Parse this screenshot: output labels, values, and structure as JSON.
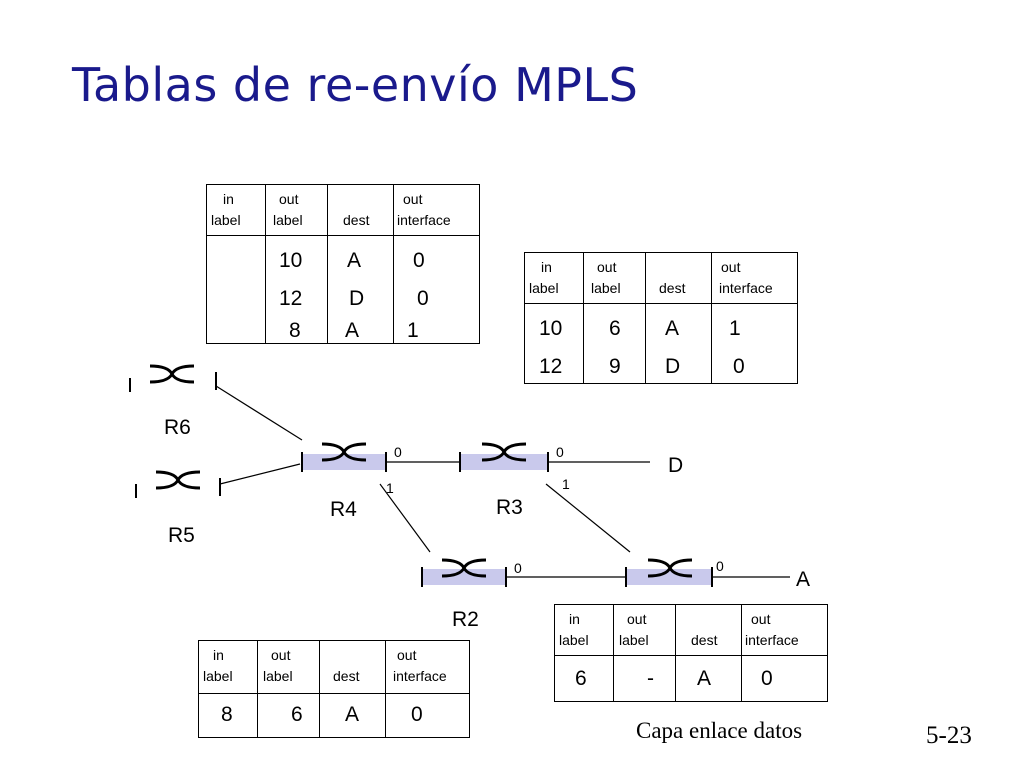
{
  "slide": {
    "title": "Tablas de re-envío MPLS",
    "footer_left": "Capa enlace datos",
    "footer_right": "5-23"
  },
  "colors": {
    "title": "#1a1a8c",
    "router_fill": "#c9c9ec",
    "line": "#000000"
  },
  "headers": {
    "in": "in",
    "out": "out",
    "label": "label",
    "dest": "dest",
    "interface": "interface"
  },
  "tables": {
    "r4": {
      "rows": [
        {
          "in": "",
          "out": "10",
          "dest": "A",
          "iface": "0"
        },
        {
          "in": "",
          "out": "12",
          "dest": "D",
          "iface": "0"
        },
        {
          "in": "",
          "out": "8",
          "dest": "A",
          "iface": "1"
        }
      ]
    },
    "r3": {
      "rows": [
        {
          "in": "10",
          "out": "6",
          "dest": "A",
          "iface": "1"
        },
        {
          "in": "12",
          "out": "9",
          "dest": "D",
          "iface": "0"
        }
      ]
    },
    "r2": {
      "rows": [
        {
          "in": "8",
          "out": "6",
          "dest": "A",
          "iface": "0"
        }
      ]
    },
    "r1": {
      "rows": [
        {
          "in": "6",
          "out": "-",
          "dest": "A",
          "iface": "0"
        }
      ]
    }
  },
  "routers": {
    "r6": "R6",
    "r5": "R5",
    "r4": "R4",
    "r3": "R3",
    "r2": "R2"
  },
  "destinations": {
    "d": "D",
    "a": "A"
  },
  "ports": {
    "r4_0": "0",
    "r4_1": "1",
    "r3_0": "0",
    "r3_1": "1",
    "r2_0": "0",
    "r1_0": "0"
  }
}
